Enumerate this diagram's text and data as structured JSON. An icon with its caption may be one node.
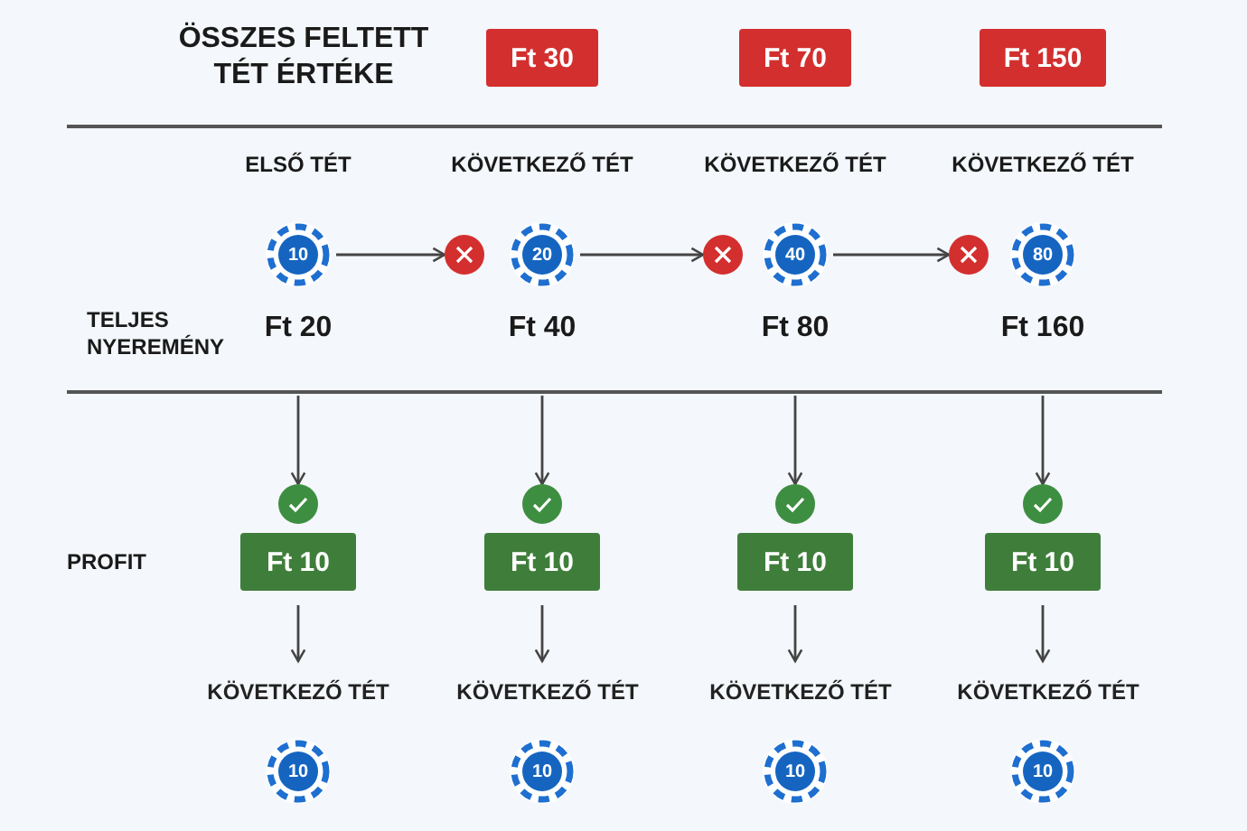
{
  "diagram": {
    "nodes": [
      {
        "text": [
          "Ft 30"
        ]
      },
      {
        "text": [
          "Ft 70"
        ]
      },
      {
        "text": [
          "Ft 150"
        ]
      },
      {
        "text": [
          "10"
        ],
        "beside": [
          "ELSŐ TÉT",
          "Ft 20"
        ]
      },
      {
        "text": [],
        "shape": "circle"
      },
      {
        "text": [
          "20"
        ],
        "beside": [
          "KÖVETKEZŐ TÉT",
          "Ft 40"
        ]
      },
      {
        "text": [],
        "shape": "circle"
      },
      {
        "text": [
          "40"
        ],
        "beside": [
          "KÖVETKEZŐ TÉT",
          "Ft 80"
        ]
      },
      {
        "text": [],
        "shape": "circle"
      },
      {
        "text": [
          "80"
        ],
        "beside": [
          "KÖVETKEZŐ TÉT",
          "Ft 160"
        ]
      },
      {
        "text": [],
        "shape": "circle"
      },
      {
        "text": [],
        "shape": "circle"
      },
      {
        "text": [],
        "shape": "circle"
      },
      {
        "text": [],
        "shape": "circle"
      },
      {
        "text": [
          "Ft 10"
        ]
      },
      {
        "text": [
          "Ft 10"
        ]
      },
      {
        "text": [
          "Ft 10"
        ]
      },
      {
        "text": [
          "Ft 10"
        ]
      },
      {
        "text": [
          "KÖVETKEZŐ TÉT"
        ]
      },
      {
        "text": [
          "KÖVETKEZŐ TÉT"
        ]
      },
      {
        "text": [
          "KÖVETKEZŐ TÉT"
        ]
      },
      {
        "text": [
          "KÖVETKEZŐ TÉT"
        ]
      },
      {
        "text": [
          "10"
        ]
      },
      {
        "text": [
          "10"
        ]
      },
      {
        "text": [
          "10"
        ]
      },
      {
        "text": [
          "10"
        ]
      }
    ],
    "edges": [
      {
        "from": 3,
        "to": 4,
        "arrow": "to"
      },
      {
        "from": 5,
        "to": 6,
        "arrow": "to"
      },
      {
        "from": 7,
        "to": 8,
        "arrow": "to"
      },
      {
        "from": null,
        "to": 10,
        "arrow": "to"
      },
      {
        "from": null,
        "to": 11,
        "arrow": "to"
      },
      {
        "from": null,
        "to": 12,
        "arrow": "to"
      },
      {
        "from": null,
        "to": 13,
        "arrow": "to"
      },
      {
        "from": 14,
        "to": 18,
        "arrow": "to"
      },
      {
        "from": 15,
        "to": 19,
        "arrow": "to"
      },
      {
        "from": 16,
        "to": 20,
        "arrow": "to"
      },
      {
        "from": 17,
        "to": 21,
        "arrow": "to"
      }
    ],
    "labels": [
      "ÖSSZES FELTETT TÉT ÉRTÉKE",
      "TELJES NYEREMÉNY",
      "PROFIT"
    ]
  }
}
